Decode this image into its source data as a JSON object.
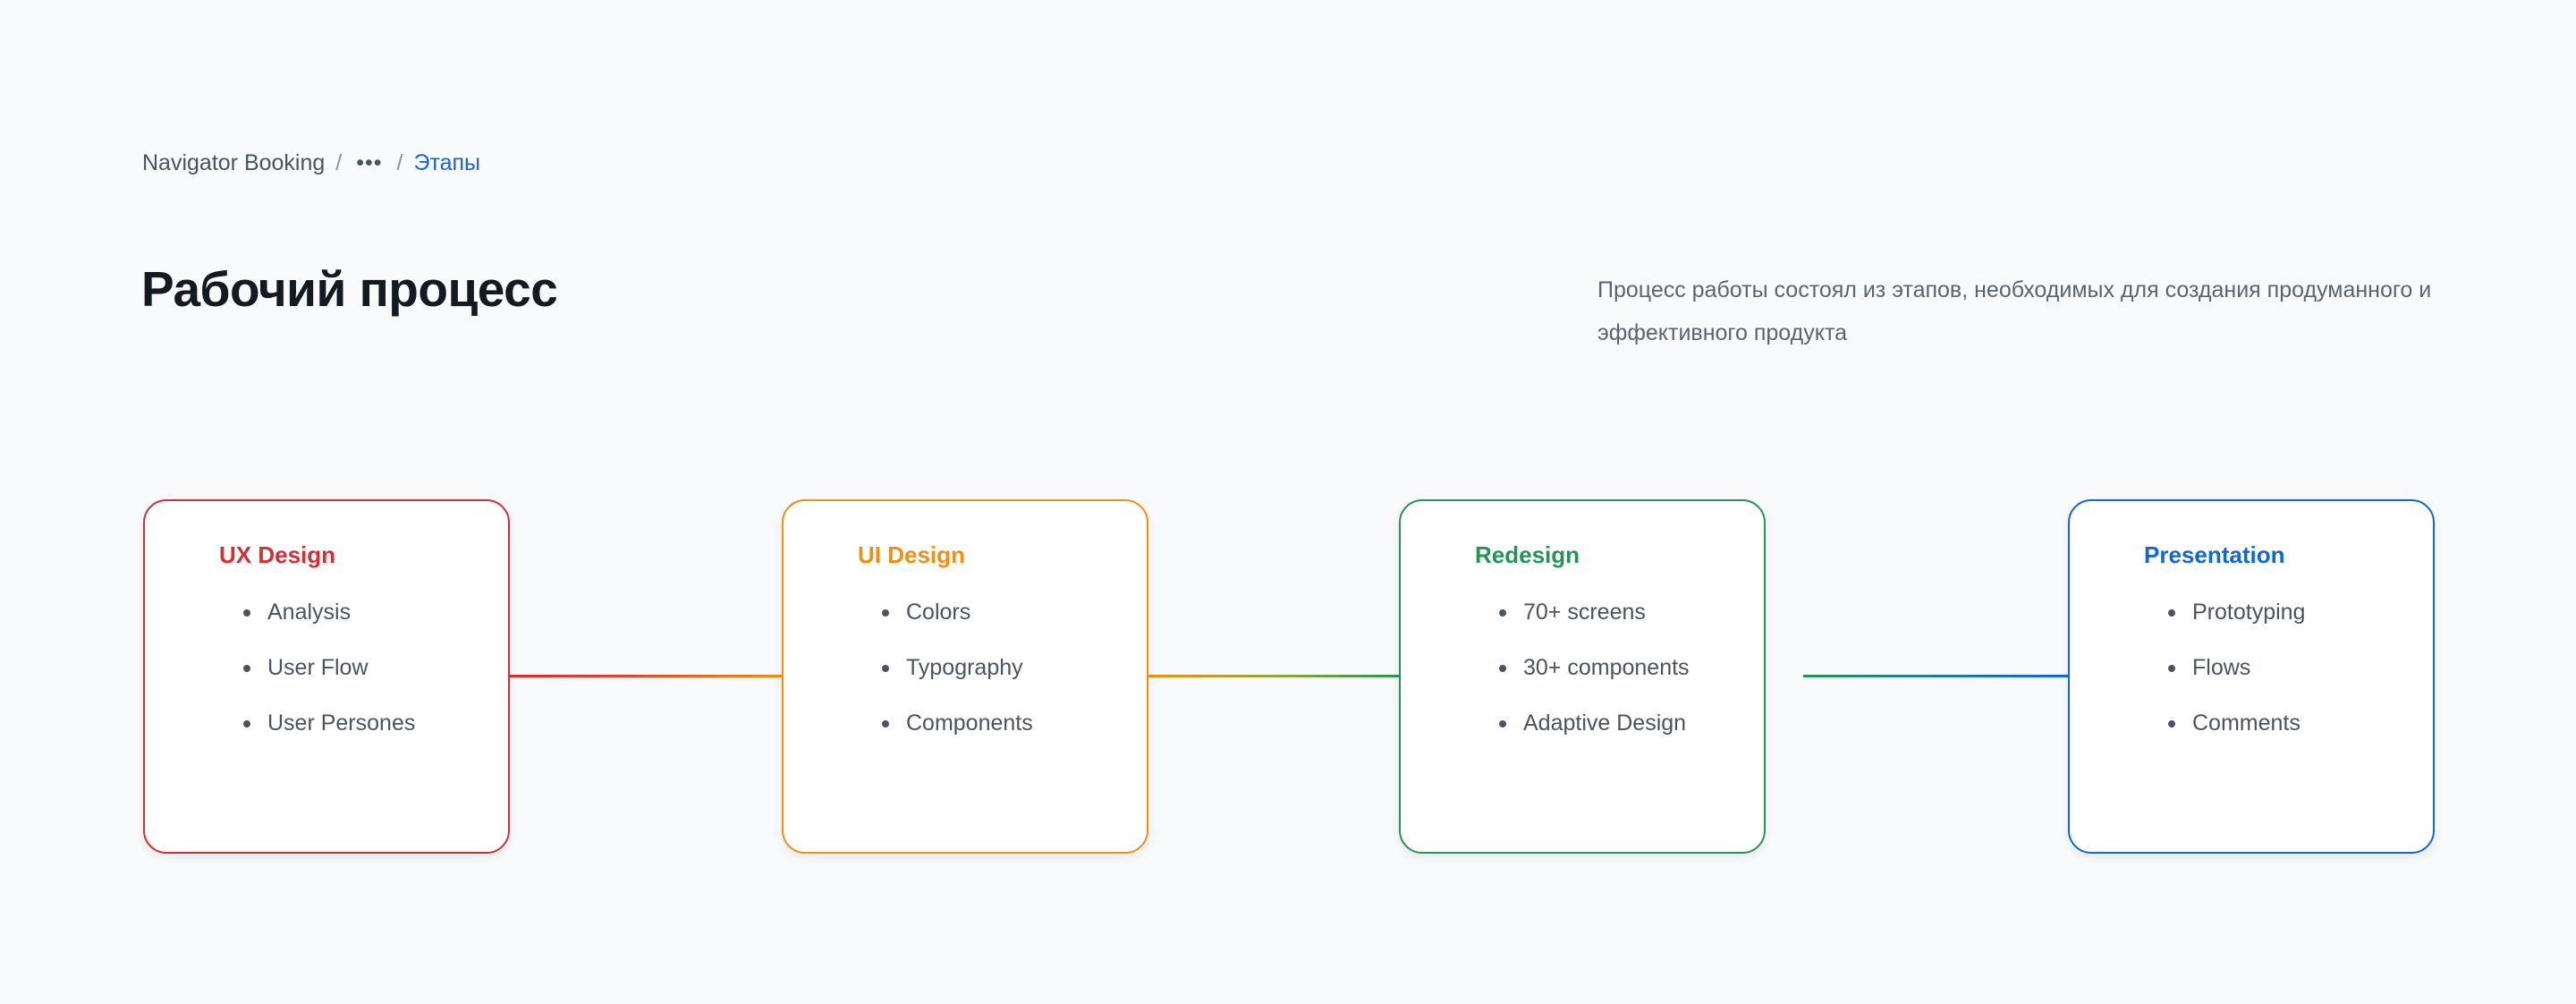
{
  "breadcrumb": {
    "root": "Navigator Booking",
    "separator": "/",
    "ellipsis": "•••",
    "current": "Этапы"
  },
  "header": {
    "title": "Рабочий процесс",
    "description": "Процесс работы состоял из этапов, необходимых для создания продуманного и эффективного продукта"
  },
  "colors": {
    "background": "#F8FAFC",
    "title": "#131A22",
    "body_text": "#4A5360",
    "link": "#1565D8",
    "stage_red": "#D32F34",
    "stage_orange": "#EF9012",
    "stage_green": "#269457",
    "stage_blue": "#1268CF"
  },
  "flow": {
    "stages": [
      {
        "title": "UX Design",
        "color": "#D32F34",
        "items": [
          "Analysis",
          "User Flow",
          "User Persones"
        ]
      },
      {
        "title": "UI Design",
        "color": "#EF9012",
        "items": [
          "Colors",
          "Typography",
          "Components"
        ]
      },
      {
        "title": "Redesign",
        "color": "#269457",
        "items": [
          "70+ screens",
          "30+ components",
          "Adaptive Design"
        ]
      },
      {
        "title": "Presentation",
        "color": "#1268CF",
        "items": [
          "Prototyping",
          "Flows",
          "Comments"
        ]
      }
    ]
  }
}
